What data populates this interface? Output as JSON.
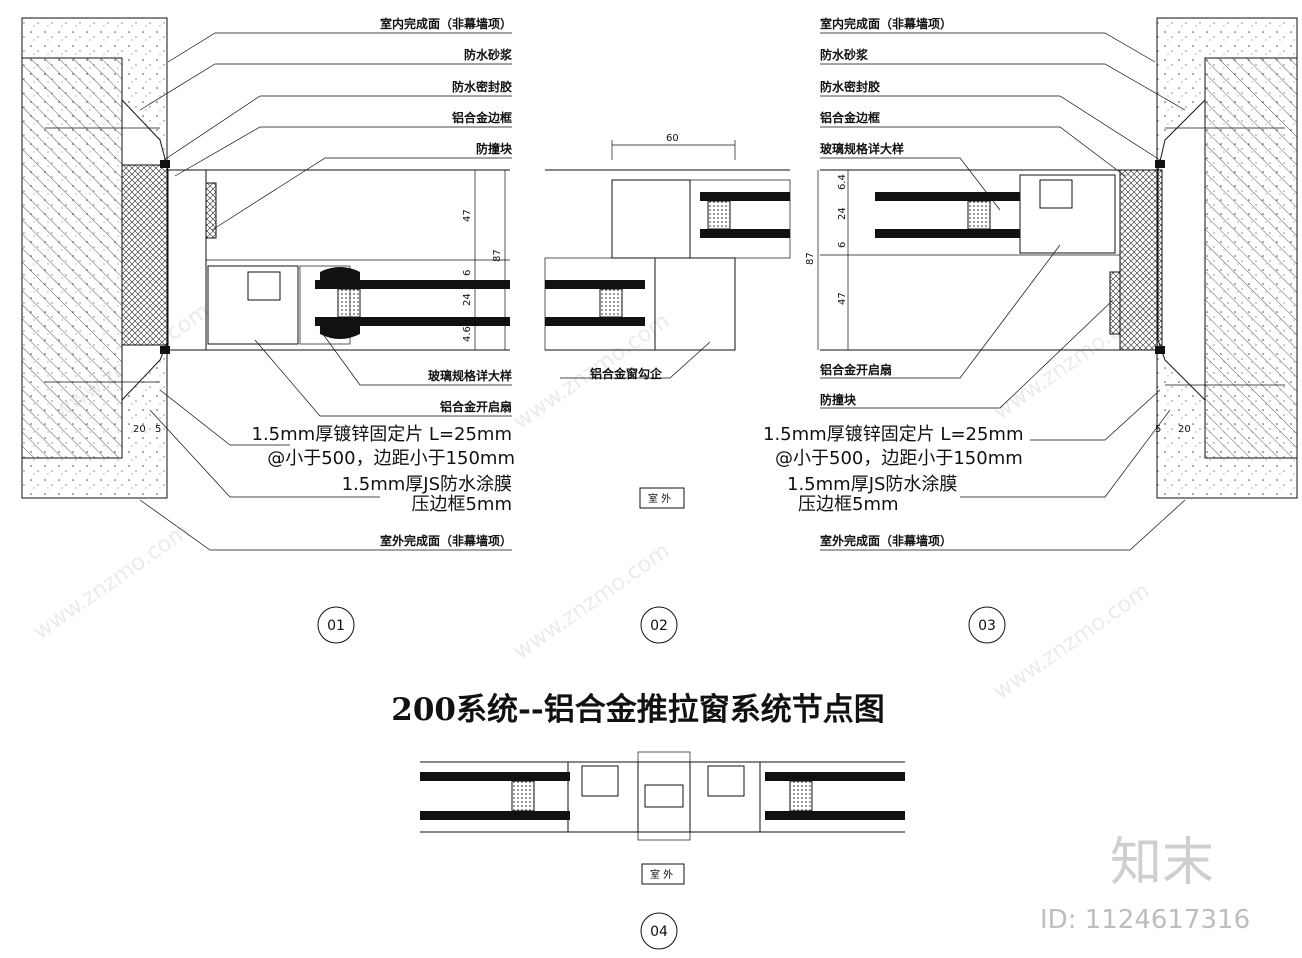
{
  "title": "200系统--铝合金推拉窗系统节点图",
  "node_labels_left": [
    "室内完成面（非幕墙项）",
    "防水砂浆",
    "防水密封胶",
    "铝合金边框",
    "防撞块"
  ],
  "node_labels_right": [
    "室内完成面（非幕墙项）",
    "防水砂浆",
    "防水密封胶",
    "铝合金边框",
    "玻璃规格详大样"
  ],
  "bottom_labels_left": [
    "玻璃规格详大样",
    "铝合金开启扇"
  ],
  "bottom_labels_right": [
    "铝合金开启扇",
    "防撞块"
  ],
  "center_label": "铝合金窗勾企",
  "notes": {
    "fixing": "1.5mm厚镀锌固定片  L=25mm",
    "spacing": "@小于500，边距小于150mm",
    "membrane": "1.5mm厚JS防水涂膜",
    "press": "压边框5mm",
    "exterior": "室外完成面（非幕墙项）"
  },
  "outdoor_tag": "室 外",
  "dims": {
    "d47": "47",
    "d87": "87",
    "d6": "6",
    "d24": "24",
    "d46": "4.6",
    "d64": "6.4",
    "d20": "20",
    "d5": "5",
    "d60": "60"
  },
  "detail_ids": [
    "01",
    "02",
    "03",
    "04"
  ],
  "watermark": {
    "brand": "知末",
    "id": "ID: 1124617316",
    "site": "www.znzmo.com"
  }
}
